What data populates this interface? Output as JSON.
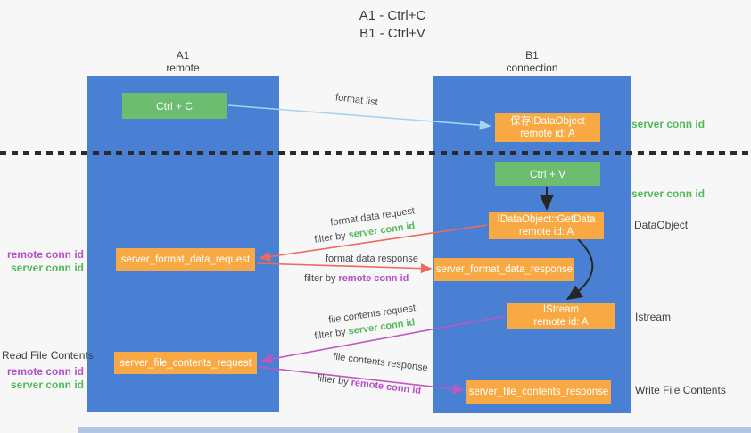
{
  "title": {
    "line1": "A1 - Ctrl+C",
    "line2": "B1 - Ctrl+V"
  },
  "columns": {
    "a1": {
      "name": "A1",
      "subtitle": "remote"
    },
    "b1": {
      "name": "B1",
      "subtitle": "connection"
    }
  },
  "nodes": {
    "ctrl_c": {
      "label": "Ctrl + C"
    },
    "save_dataobject": {
      "line1": "保存IDataObject",
      "line2": "remote id: A"
    },
    "ctrl_v": {
      "label": "Ctrl + V"
    },
    "getdata": {
      "line1": "IDataObject::GetData",
      "line2": "remote id: A"
    },
    "istream": {
      "line1": "IStream",
      "line2": "remote id: A"
    },
    "server_format_data_request": {
      "label": "server_format_data_request"
    },
    "server_format_data_response": {
      "label": "server_format_data_response"
    },
    "server_file_contents_request": {
      "label": "server_file_contents_request"
    },
    "server_file_contents_response": {
      "label": "server_file_contents_response"
    }
  },
  "flows": {
    "format_list": {
      "label": "format list"
    },
    "format_data_request": {
      "label": "format data request",
      "filter_prefix": "filter by ",
      "filter_key": "server conn id"
    },
    "format_data_response": {
      "label": "format data response",
      "filter_prefix": "filter by ",
      "filter_key": "remote conn id"
    },
    "file_contents_request": {
      "label": "file contents request",
      "filter_prefix": "filter by ",
      "filter_key": "server conn id"
    },
    "file_contents_response": {
      "label": "file contents response",
      "filter_prefix": "filter by ",
      "filter_key": "remote conn id"
    }
  },
  "annotations": {
    "right_server_conn_id_1": "server conn id",
    "right_server_conn_id_2": "server conn id",
    "right_dataobject": "DataObject",
    "right_istream": "Istream",
    "right_write_file_contents": "Write File Contents",
    "left_remote_conn_id_1": "remote conn id",
    "left_server_conn_id_1": "server conn id",
    "left_read_file_contents": "Read File Contents",
    "left_remote_conn_id_2": "remote conn id",
    "left_server_conn_id_2": "server conn id"
  },
  "colors": {
    "column_blue": "#4a80d3",
    "box_green": "#6cbd70",
    "box_orange": "#f8a944",
    "arrow_blue": "#a6d3f2",
    "arrow_red": "#ec6a5e",
    "arrow_magenta": "#c156c1",
    "text_green": "#53b85a",
    "text_purple": "#b44fc6",
    "text_dark": "#3c3c3c"
  }
}
